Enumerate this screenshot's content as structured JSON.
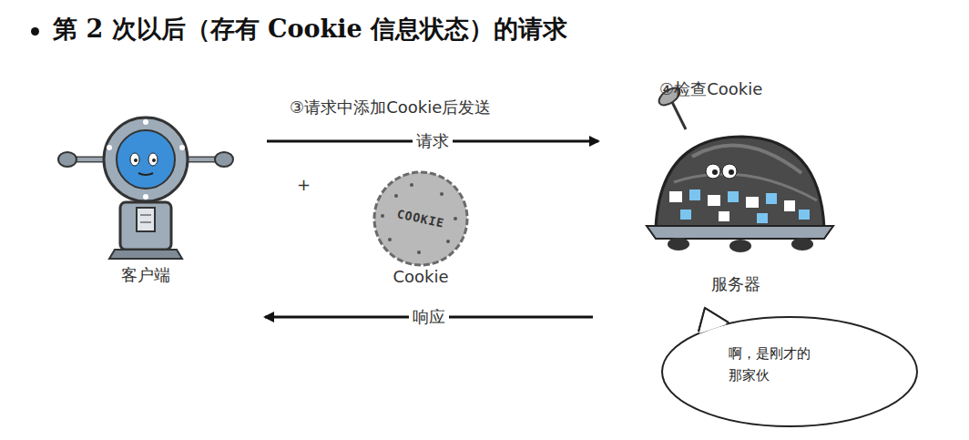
{
  "diagram": {
    "title": "第 2 次以后（存有 Cookie 信息状态）的请求",
    "nodes": [
      {
        "text": [
          "客户端"
        ]
      },
      {
        "text": [
          "COOKIE",
          "Cookie"
        ]
      },
      {
        "text": [
          "服务器"
        ]
      },
      {
        "text": [
          "啊，是刚才的 那家伙"
        ]
      }
    ],
    "edges": [
      {
        "from": 0,
        "to": 2,
        "label": "请求",
        "arrow": "to"
      },
      {
        "from": 2,
        "to": 0,
        "label": "响应",
        "arrow": "to"
      }
    ],
    "labels": [
      "③请求中添加Cookie后发送",
      "+",
      "④检查Cookie"
    ]
  }
}
